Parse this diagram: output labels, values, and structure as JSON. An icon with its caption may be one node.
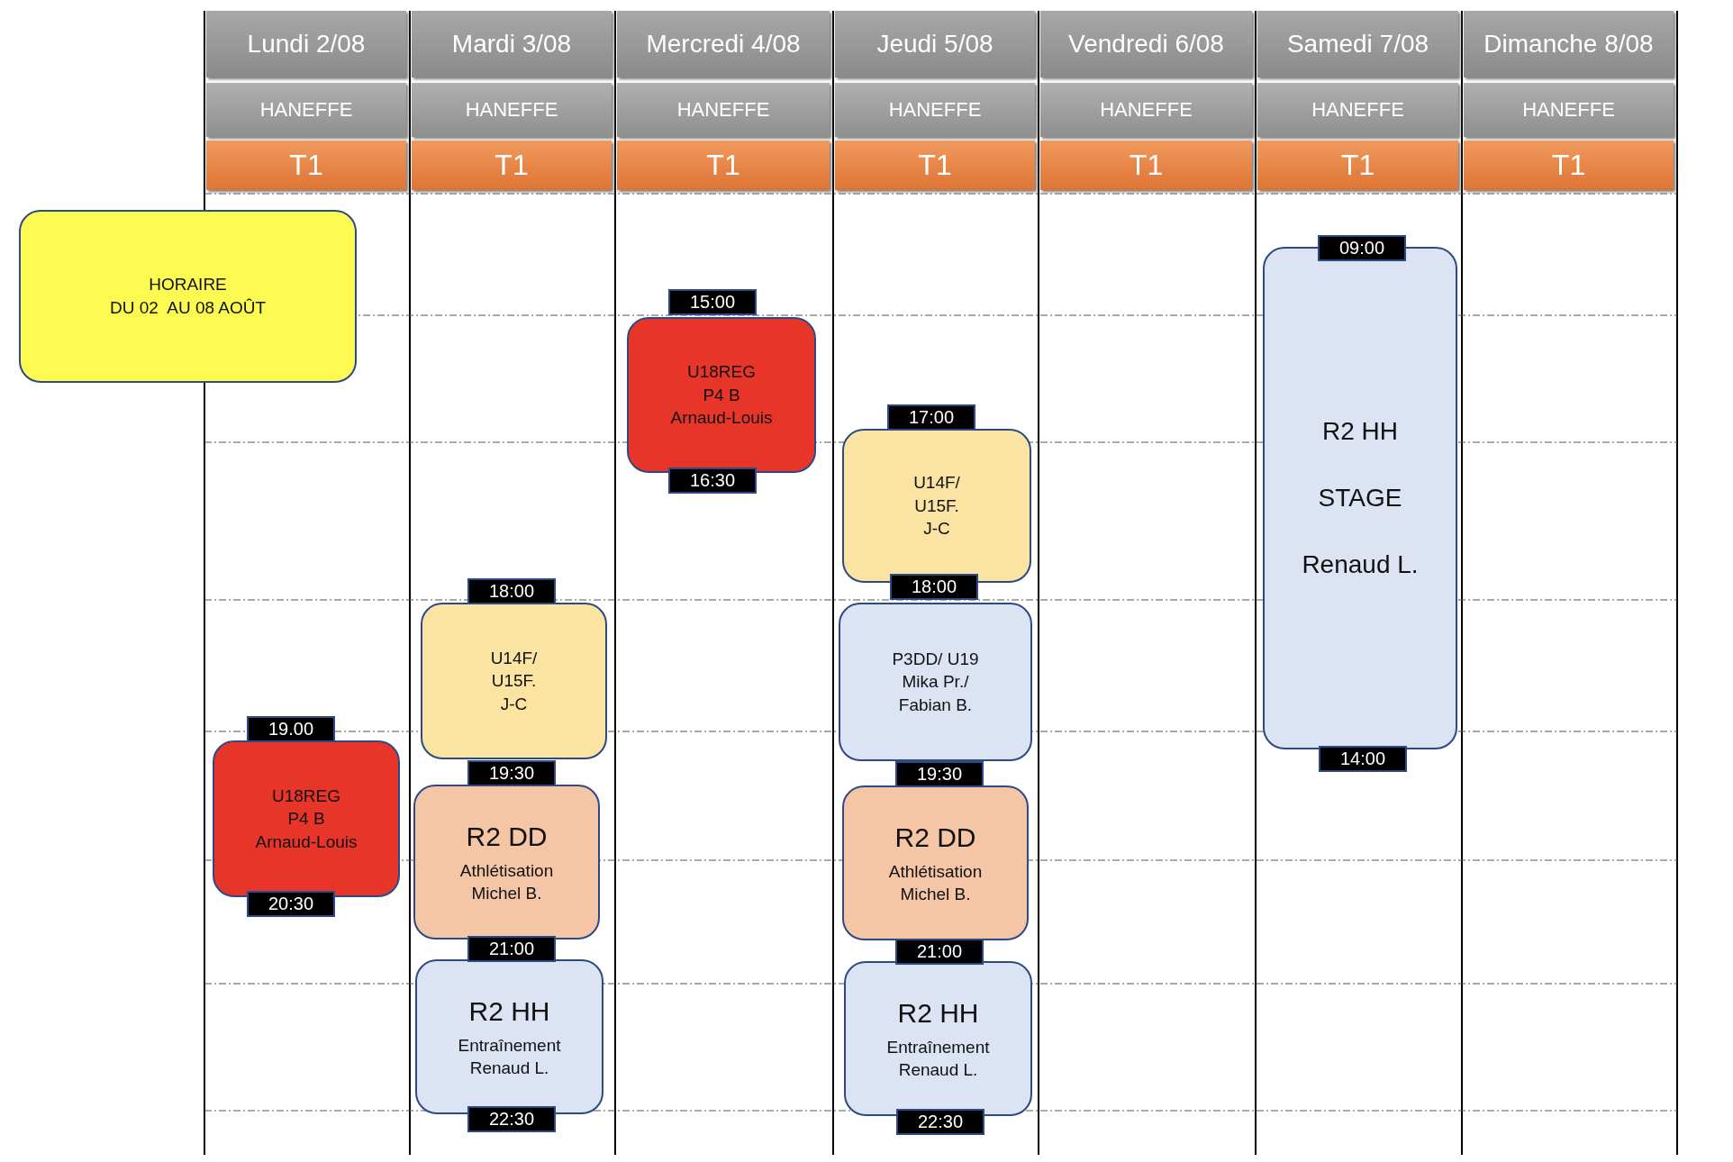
{
  "diagram": {
    "nodes": [
      {
        "text": [
          "Lundi 2/08"
        ]
      },
      {
        "text": [
          "HANEFFE"
        ]
      },
      {
        "text": [
          "T1"
        ]
      },
      {
        "text": [
          "Mardi 3/08"
        ]
      },
      {
        "text": [
          "HANEFFE"
        ]
      },
      {
        "text": [
          "T1"
        ]
      },
      {
        "text": [
          "Mercredi 4/08"
        ]
      },
      {
        "text": [
          "HANEFFE"
        ]
      },
      {
        "text": [
          "T1"
        ]
      },
      {
        "text": [
          "Jeudi 5/08"
        ]
      },
      {
        "text": [
          "HANEFFE"
        ]
      },
      {
        "text": [
          "T1"
        ]
      },
      {
        "text": [
          "Vendredi 6/08"
        ]
      },
      {
        "text": [
          "HANEFFE"
        ]
      },
      {
        "text": [
          "T1"
        ]
      },
      {
        "text": [
          "Samedi 7/08"
        ]
      },
      {
        "text": [
          "HANEFFE"
        ]
      },
      {
        "text": [
          "T1"
        ]
      },
      {
        "text": [
          "Dimanche 8/08"
        ]
      },
      {
        "text": [
          "HANEFFE"
        ]
      },
      {
        "text": [
          "T1"
        ]
      },
      {
        "text": [
          "HORAIRE",
          "DU 02  AU 08 AOÛT"
        ]
      },
      {
        "text": [
          "19.00"
        ]
      },
      {
        "text": [
          "U18REG",
          "P4 B",
          "Arnaud-Louis"
        ]
      },
      {
        "text": [
          "20:30"
        ]
      },
      {
        "text": [
          "18:00"
        ]
      },
      {
        "text": [
          "U14F/",
          "U15F.",
          "J-C"
        ]
      },
      {
        "text": [
          "19:30"
        ]
      },
      {
        "text": [
          "R2 DD",
          "Athlétisation",
          "Michel B."
        ]
      },
      {
        "text": [
          "21:00"
        ]
      },
      {
        "text": [
          "R2 HH",
          "Entraînement",
          "Renaud L."
        ]
      },
      {
        "text": [
          "22:30"
        ]
      },
      {
        "text": [
          "15:00"
        ]
      },
      {
        "text": [
          "U18REG",
          "P4 B",
          "Arnaud-Louis"
        ]
      },
      {
        "text": [
          "16:30"
        ]
      },
      {
        "text": [
          "17:00"
        ]
      },
      {
        "text": [
          "U14F/",
          "U15F.",
          "J-C"
        ]
      },
      {
        "text": [
          "18:00"
        ]
      },
      {
        "text": [
          "P3DD/ U19",
          "Mika Pr./",
          "Fabian B."
        ]
      },
      {
        "text": [
          "19:30"
        ]
      },
      {
        "text": [
          "R2 DD",
          "Athlétisation",
          "Michel B."
        ]
      },
      {
        "text": [
          "21:00"
        ]
      },
      {
        "text": [
          "R2 HH",
          "Entraînement",
          "Renaud L."
        ]
      },
      {
        "text": [
          "22:30"
        ]
      },
      {
        "text": [
          "09:00"
        ]
      },
      {
        "text": [
          "R2 HH",
          "STAGE",
          "Renaud L."
        ]
      },
      {
        "text": [
          "14:00"
        ]
      }
    ]
  }
}
